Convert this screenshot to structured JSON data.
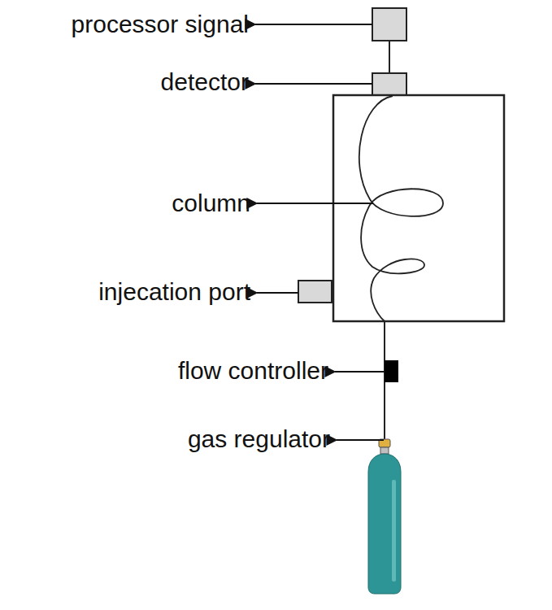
{
  "diagram": {
    "labels": [
      "processor signal",
      "detector",
      "column",
      "injecation port",
      "flow controller",
      "gas regulator"
    ]
  }
}
